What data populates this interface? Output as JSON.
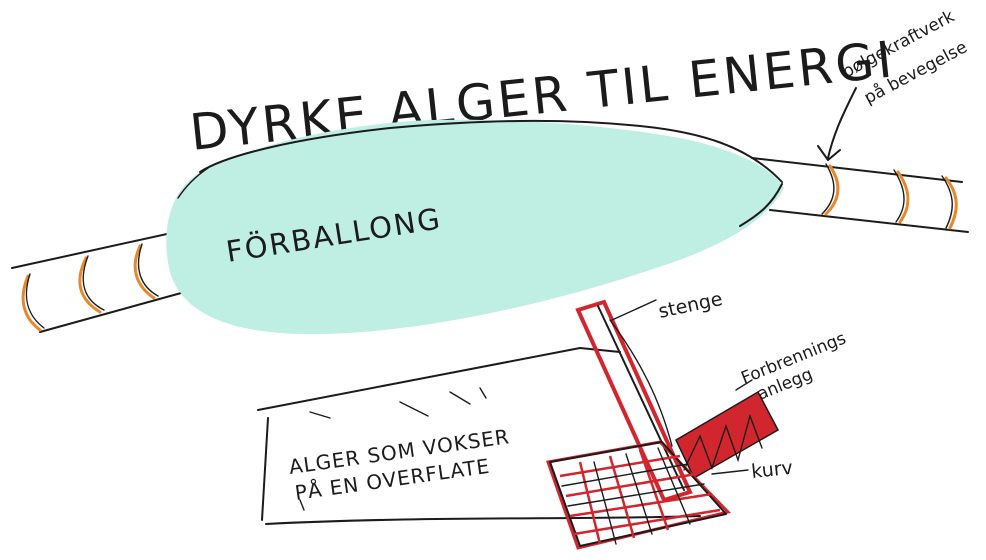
{
  "title": "DYRKE ALGER TIL ENERGI",
  "labels": {
    "balloon": "FÖRBALLONG",
    "wave_power": "bølgekraftverk",
    "wave_power_sub": "på bevegelse",
    "stem": "stenge",
    "combustion": "Forbrennings",
    "combustion_sub": "anlegg",
    "basket": "kurv",
    "algae_line1": "ALGER SOM VOKSER",
    "algae_line2": "PÅ EN OVERFLATE"
  },
  "colors": {
    "ink": "#1b1b1b",
    "balloon_fill": "#bfeee3",
    "accent_orange": "#e8872a",
    "accent_red": "#d2262e"
  }
}
